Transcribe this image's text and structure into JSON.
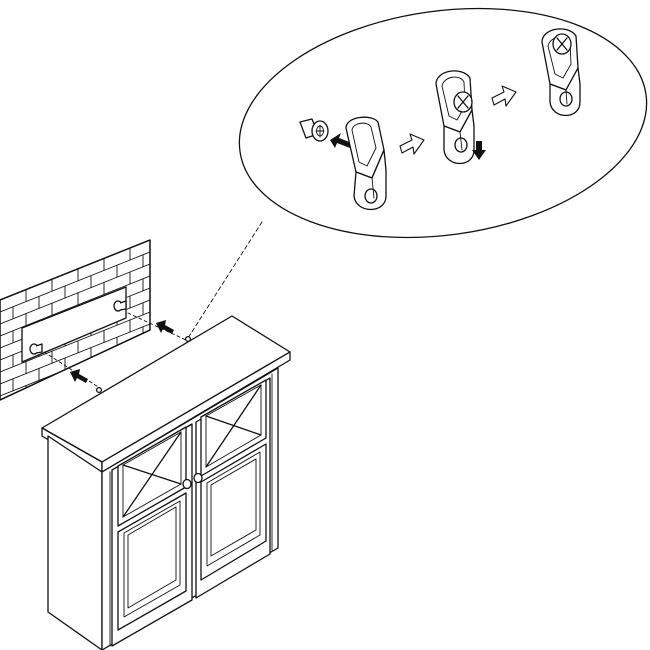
{
  "diagram": {
    "kind": "assembly-instruction",
    "steps": [
      {
        "name": "insert-screw-into-hanger"
      },
      {
        "name": "slide-hanger-down"
      },
      {
        "name": "hanger-locked"
      }
    ],
    "colors": {
      "line": "#111111",
      "background": "#ffffff",
      "arrow_solid": "#111111",
      "arrow_hollow": "#ffffff"
    },
    "icons": [
      "wall-screw-icon",
      "keyhole-hanger-icon",
      "solid-arrow-icon",
      "hollow-arrow-icon",
      "brick-wall-icon",
      "cabinet-icon"
    ]
  }
}
